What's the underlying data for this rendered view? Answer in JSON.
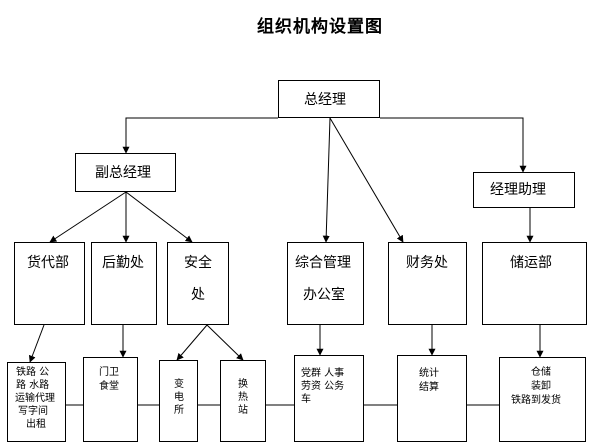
{
  "title": "组织机构设置图",
  "top": {
    "label": "总经理"
  },
  "level2": {
    "deputy": "副总经理",
    "assistant": "经理助理"
  },
  "departments": {
    "freight": "货代部",
    "logistics": "后勤处",
    "safety_line1": "安全",
    "safety_line2": "处",
    "general_line1": "综合管理",
    "general_line2": "办公室",
    "finance": "财务处",
    "storage": "储运部"
  },
  "units": {
    "freight_units": [
      "铁路 公",
      "路 水路",
      "运输代理",
      "写字间",
      "出租"
    ],
    "logistics_units": [
      "门卫",
      "食堂"
    ],
    "substation": [
      "变",
      "电",
      "所"
    ],
    "heat_station": [
      "换",
      "热",
      "站"
    ],
    "office_units": [
      "党群  人事",
      "劳资  公务",
      "车"
    ],
    "finance_units": [
      "统计",
      "结算"
    ],
    "storage_units": [
      "仓储",
      "装卸",
      "铁路到发货"
    ]
  }
}
